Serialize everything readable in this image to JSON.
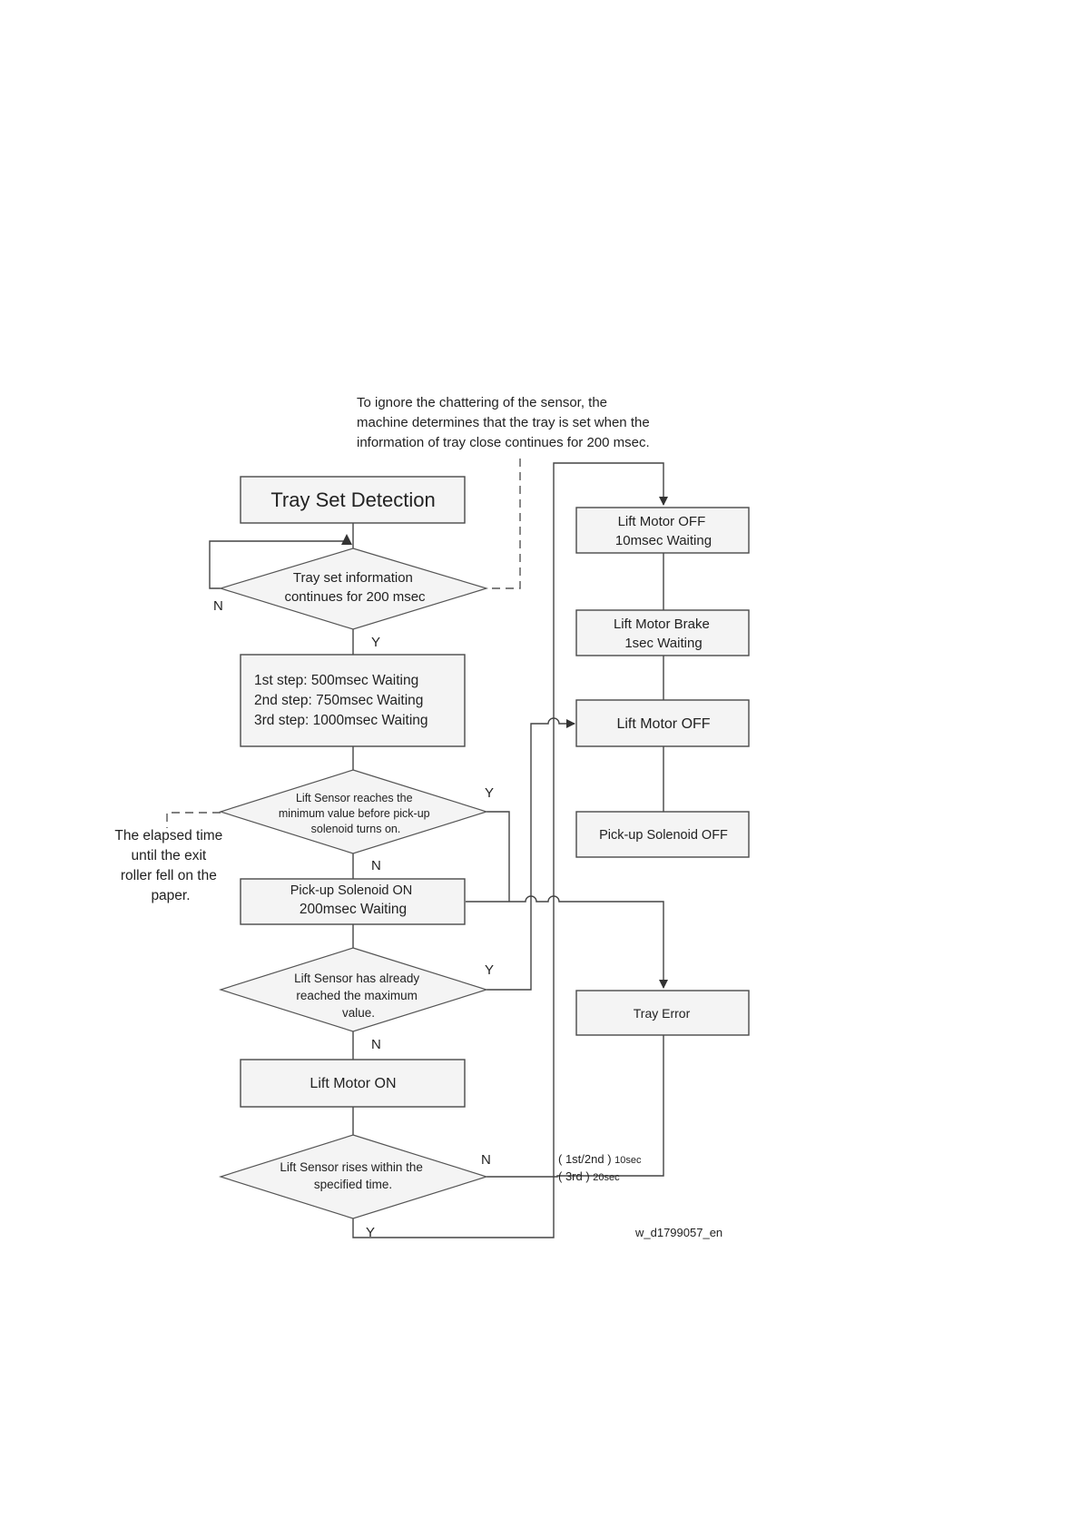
{
  "note_top": {
    "lines": [
      "To ignore the chattering of the sensor, the",
      "machine determines that the tray is set when the",
      "information of tray close continues for 200 msec."
    ]
  },
  "note_left": {
    "lines": [
      "The elapsed time",
      "until the exit",
      "roller fell on the",
      "paper."
    ]
  },
  "boxes": {
    "tray_set_detection": {
      "lines": [
        "Tray Set Detection"
      ]
    },
    "steps_waiting": {
      "lines": [
        "1st step: 500msec Waiting",
        "2nd step: 750msec Waiting",
        "3rd step: 1000msec Waiting"
      ]
    },
    "pickup_solenoid_on": {
      "lines": [
        "Pick-up Solenoid ON",
        "200msec Waiting"
      ]
    },
    "lift_motor_on": {
      "lines": [
        "Lift Motor ON"
      ]
    },
    "lift_motor_off_10": {
      "lines": [
        "Lift Motor OFF",
        "10msec Waiting"
      ]
    },
    "lift_motor_brake": {
      "lines": [
        "Lift Motor Brake",
        "1sec Waiting"
      ]
    },
    "lift_motor_off": {
      "lines": [
        "Lift Motor OFF"
      ]
    },
    "pickup_solenoid_off": {
      "lines": [
        "Pick-up Solenoid OFF"
      ]
    },
    "tray_error": {
      "lines": [
        "Tray Error"
      ]
    }
  },
  "decisions": {
    "tray_set_info": {
      "lines": [
        "Tray set information",
        "continues for 200 msec"
      ]
    },
    "lift_sensor_min": {
      "lines": [
        "Lift Sensor reaches the",
        "minimum value before pick-up",
        "solenoid turns on."
      ]
    },
    "lift_sensor_max": {
      "lines": [
        "Lift Sensor has already",
        "reached the maximum",
        "value."
      ]
    },
    "lift_sensor_rises": {
      "lines": [
        "Lift Sensor rises within the",
        "specified time."
      ]
    }
  },
  "branch_labels": {
    "n1": "N",
    "y1": "Y",
    "y2": "Y",
    "n2": "N",
    "y3": "Y",
    "n3": "N",
    "n4": "N",
    "y4": "Y"
  },
  "timeout_labels": {
    "first_second": "( 1st/2nd )",
    "first_second_time": "10sec",
    "third": "( 3rd )",
    "third_time": "20sec"
  },
  "figure_id": "w_d1799057_en"
}
